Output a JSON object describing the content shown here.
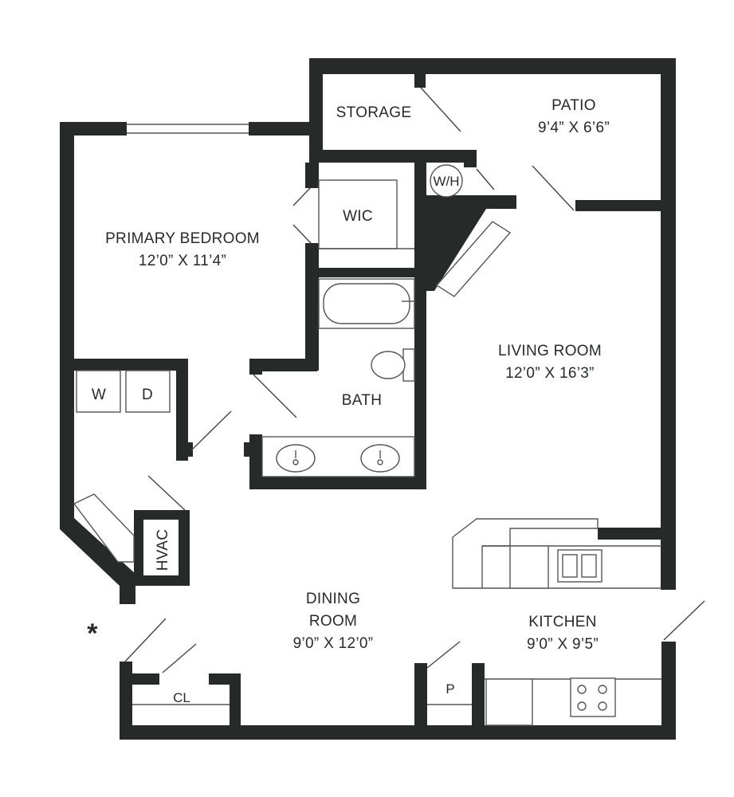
{
  "rooms": {
    "storage": {
      "name": "STORAGE"
    },
    "patio": {
      "name": "PATIO",
      "dims": "9’4” X 6’6”"
    },
    "water_heater": {
      "name": "W/H"
    },
    "primary_bedroom": {
      "name": "PRIMARY BEDROOM",
      "dims": "12’0” X 11’4”"
    },
    "walk_in_closet": {
      "name": "WIC"
    },
    "living_room": {
      "name": "LIVING ROOM",
      "dims": "12’0” X 16’3”"
    },
    "bath": {
      "name": "BATH"
    },
    "washer": {
      "name": "W"
    },
    "dryer": {
      "name": "D"
    },
    "hvac": {
      "name": "HVAC"
    },
    "dining_room": {
      "name": "DINING",
      "name_line2": "ROOM",
      "dims": "9’0” X 12’0”"
    },
    "kitchen": {
      "name": "KITCHEN",
      "dims": "9’0” X 9’5”"
    },
    "closet": {
      "name": "CL"
    },
    "pantry": {
      "name": "P"
    }
  },
  "entry_marker": "*",
  "colors": {
    "wall": "#262b2a",
    "line": "#555555",
    "background": "#ffffff"
  }
}
